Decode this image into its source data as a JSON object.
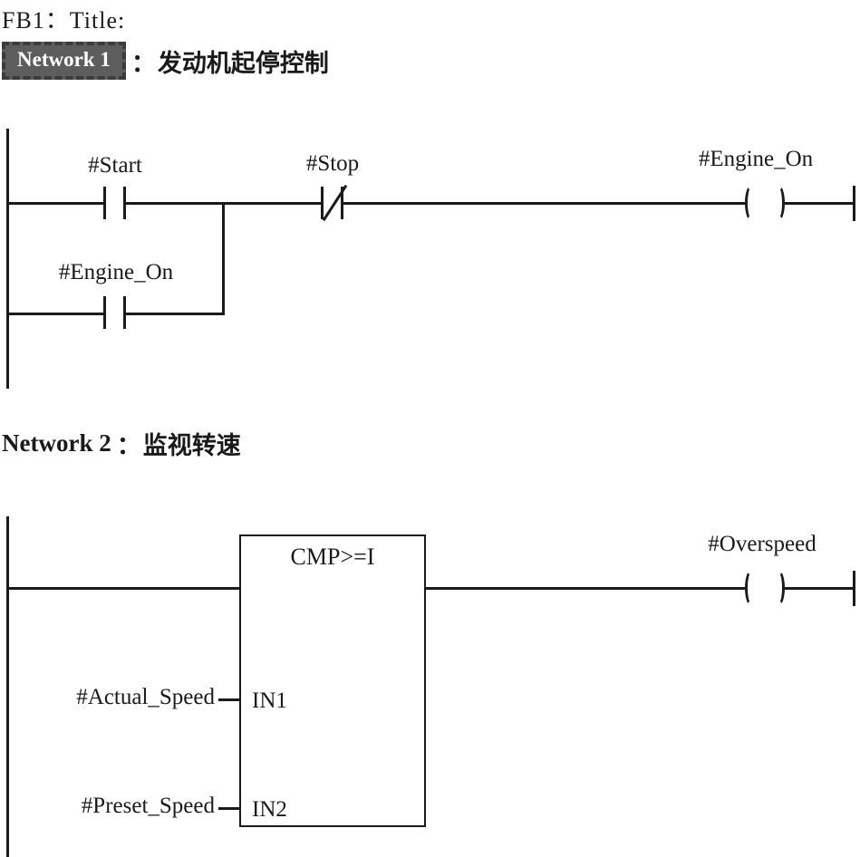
{
  "page": {
    "fb_header": "FB1：Title:"
  },
  "network1": {
    "label": "Network 1",
    "separator": "：",
    "title": "发动机起停控制",
    "start_contact": "#Start",
    "stop_contact": "#Stop",
    "seal_contact": "#Engine_On",
    "output_coil": "#Engine_On"
  },
  "network2": {
    "label": "Network 2",
    "separator": "：",
    "title": "监视转速",
    "compare_block": {
      "title": "CMP>=I",
      "in1_pin": "IN1",
      "in2_pin": "IN2",
      "in1_operand": "#Actual_Speed",
      "in2_operand": "#Preset_Speed"
    },
    "output_coil": "#Overspeed"
  },
  "icons": {
    "no_contact": "no-contact-icon",
    "nc_contact": "nc-contact-icon",
    "coil": "coil-icon"
  },
  "colors": {
    "line": "#1a1a1a",
    "text": "#1a1a1a",
    "chip_background": "#5d5d5d",
    "chip_border": "#3b3b3b",
    "chip_text": "#ffffff",
    "page_background": "#ffffff"
  }
}
